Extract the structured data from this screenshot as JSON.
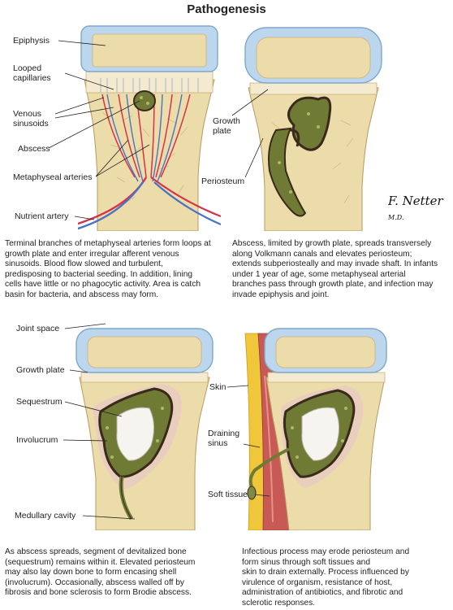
{
  "title": "Pathogenesis",
  "panels": [
    {
      "labels": {
        "epiphysis": "Epiphysis",
        "looped_capillaries": "Looped\ncapillaries",
        "venous_sinusoids": "Venous\nsinusoids",
        "abscess": "Abscess",
        "metaphyseal_arteries": "Metaphyseal arteries",
        "nutrient_artery": "Nutrient artery"
      },
      "caption": "Terminal branches of metaphyseal arteries form loops at\ngrowth plate and enter irregular afferent venous\nsinusoids. Blood flow slowed and turbulent,\npredisposing to bacterial seeding. In addition, lining\ncells have little or no phagocytic activity. Area is catch\nbasin for bacteria, and abscess may form."
    },
    {
      "labels": {
        "growth_plate": "Growth\nplate",
        "periosteum": "Periosteum"
      },
      "caption": "Abscess, limited by growth plate, spreads transversely\nalong Volkmann canals and elevates periosteum;\nextends subperiosteally and may invade shaft. In infants\nunder 1 year of age, some metaphyseal arterial\nbranches pass through growth plate, and infection may\ninvade epiphysis and joint."
    },
    {
      "labels": {
        "joint_space": "Joint space",
        "growth_plate": "Growth plate",
        "sequestrum": "Sequestrum",
        "involucrum": "Involucrum",
        "medullary_cavity": "Medullary cavity"
      },
      "caption": "As abscess spreads, segment of devitalized bone\n(sequestrum) remains within it. Elevated periosteum\nmay also lay down bone to form encasing shell\n(involucrum). Occasionally, abscess walled off by\nfibrosis and bone sclerosis to form Brodie abscess."
    },
    {
      "labels": {
        "skin": "Skin",
        "draining_sinus": "Draining\nsinus",
        "soft_tissue": "Soft tissue"
      },
      "caption": "Infectious process may erode periosteum and\nform sinus through soft tissues and\nskin to drain externally. Process influenced by\nvirulence of organism, resistance of host,\nadministration of antibiotics, and fibrotic and\nsclerotic responses."
    }
  ],
  "signature": {
    "name": "F. Netter",
    "suffix": "M.D."
  },
  "colors": {
    "cartilage": "#bcd6ee",
    "cartilage_edge": "#7fa6cc",
    "bone": "#ecdcaa",
    "bone_dark": "#c9b07a",
    "abscess_green": "#6f7a35",
    "abscess_dark": "#3a2a1c",
    "artery": "#d8324a",
    "vein": "#4a73c4",
    "skin_yellow": "#f0c63a",
    "muscle": "#c85a55",
    "sequestrum": "#f6f4ee"
  }
}
